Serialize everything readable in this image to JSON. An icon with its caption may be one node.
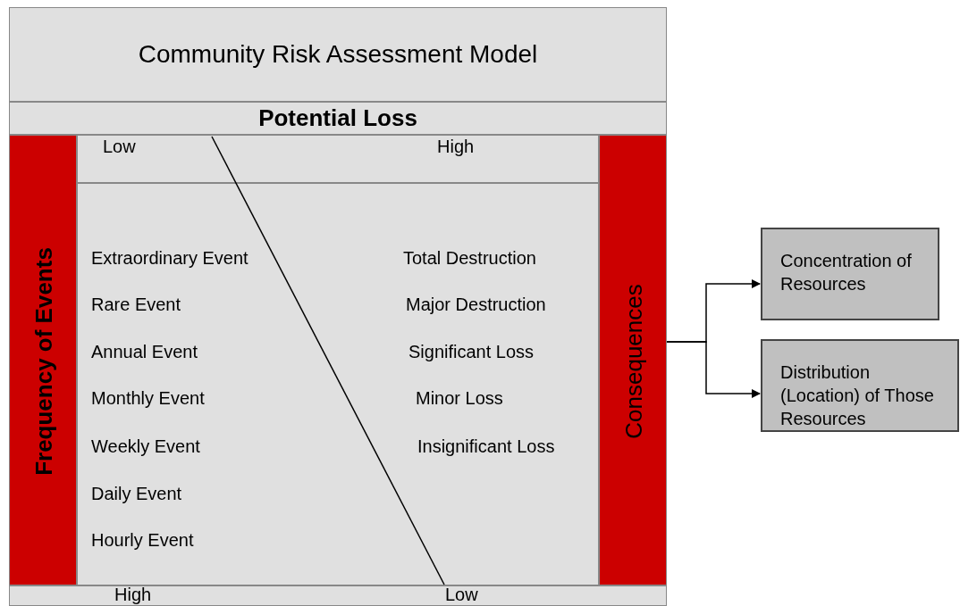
{
  "diagram": {
    "nodes": [
      {
        "text": [
          "Community Risk Assessment Model"
        ]
      },
      {
        "text": [
          "Potential Loss"
        ]
      },
      {
        "text": [
          "Frequency of Events"
        ]
      },
      {
        "text": [
          "Low",
          "High"
        ]
      },
      {
        "text": [
          "Extraordinary Event",
          "Total Destruction",
          "Rare Event",
          "Major Destruction",
          "Annual Event",
          "Significant Loss",
          "Monthly Event",
          "Minor Loss",
          "Weekly Event",
          "Insignificant Loss",
          "Daily Event",
          "Hourly Event"
        ]
      },
      {
        "text": [
          "Consequences"
        ]
      },
      {
        "text": [
          "Concentration of Resources"
        ]
      },
      {
        "text": [
          "Distribution (Location) of Those Resources"
        ]
      },
      {
        "text": [
          "High",
          "Low"
        ]
      }
    ],
    "edges": [
      {
        "from": 5,
        "to": 6,
        "arrow": "to"
      },
      {
        "from": 5,
        "to": 7,
        "arrow": "to"
      }
    ]
  }
}
